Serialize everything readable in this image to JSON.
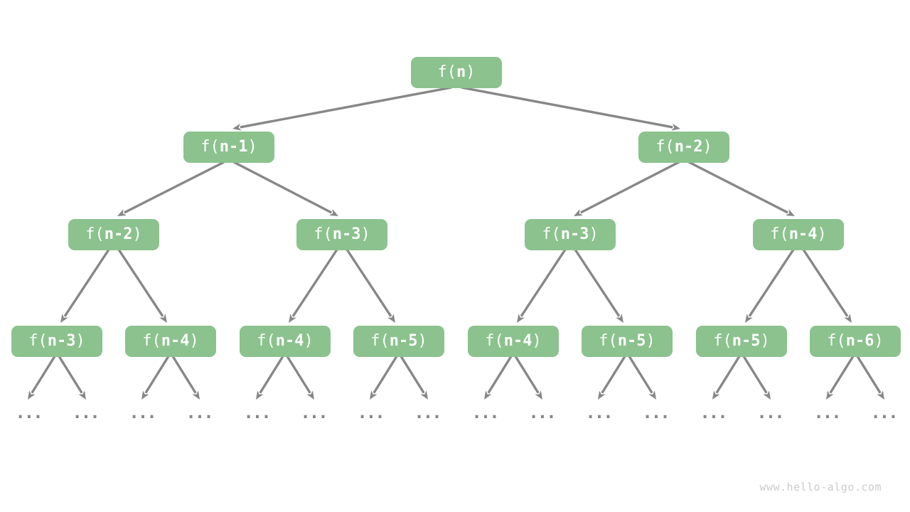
{
  "diagram": {
    "type": "recursion-tree",
    "levels": [
      [
        {
          "pre": "f(",
          "var": "n",
          "post": ")"
        }
      ],
      [
        {
          "pre": "f(",
          "var": "n-1",
          "post": ")"
        },
        {
          "pre": "f(",
          "var": "n-2",
          "post": ")"
        }
      ],
      [
        {
          "pre": "f(",
          "var": "n-2",
          "post": ")"
        },
        {
          "pre": "f(",
          "var": "n-3",
          "post": ")"
        },
        {
          "pre": "f(",
          "var": "n-3",
          "post": ")"
        },
        {
          "pre": "f(",
          "var": "n-4",
          "post": ")"
        }
      ],
      [
        {
          "pre": "f(",
          "var": "n-3",
          "post": ")"
        },
        {
          "pre": "f(",
          "var": "n-4",
          "post": ")"
        },
        {
          "pre": "f(",
          "var": "n-4",
          "post": ")"
        },
        {
          "pre": "f(",
          "var": "n-5",
          "post": ")"
        },
        {
          "pre": "f(",
          "var": "n-4",
          "post": ")"
        },
        {
          "pre": "f(",
          "var": "n-5",
          "post": ")"
        },
        {
          "pre": "f(",
          "var": "n-5",
          "post": ")"
        },
        {
          "pre": "f(",
          "var": "n-6",
          "post": ")"
        }
      ]
    ],
    "ellipsis": "...",
    "watermark": "www.hello-algo.com",
    "colors": {
      "background": "#ffffff",
      "node_fill": "#8bc28d",
      "node_text": "#ffffff",
      "arrow": "#878787",
      "ellipsis_dots": "#878787",
      "watermark": "#cbcbcb"
    }
  }
}
